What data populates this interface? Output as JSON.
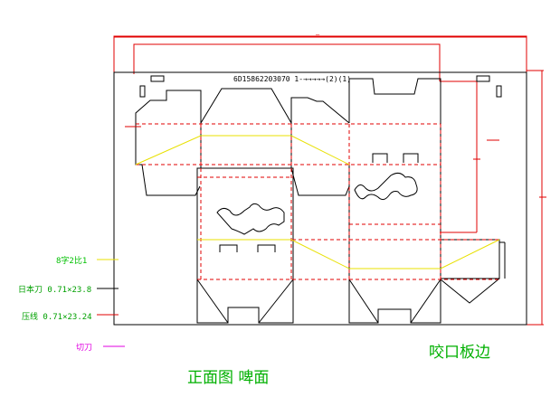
{
  "drawing": {
    "file_title": "6D15862203070 1-→→→→→(2)(1)",
    "top_dimension_mark": "—"
  },
  "legend": {
    "items": [
      {
        "text": "8字2比1",
        "color": "#00c000",
        "line_color": "#e8e000"
      },
      {
        "text": "日本刀 0.71×23.8",
        "color": "#00a000",
        "line_color": "#000000"
      },
      {
        "text": "压线 0.71×23.24",
        "color": "#00a000",
        "line_color": "#e00000"
      },
      {
        "text": "切刀",
        "color": "#e000e0",
        "line_color": "#e000e0"
      }
    ]
  },
  "captions": {
    "front_view": "正面图  啤面",
    "bite_edge": "咬口板边"
  },
  "colors": {
    "outline": "#000000",
    "dimension": "#e00000",
    "crease": "#e00000",
    "glue": "#e8e000",
    "text_green": "#00b000"
  }
}
